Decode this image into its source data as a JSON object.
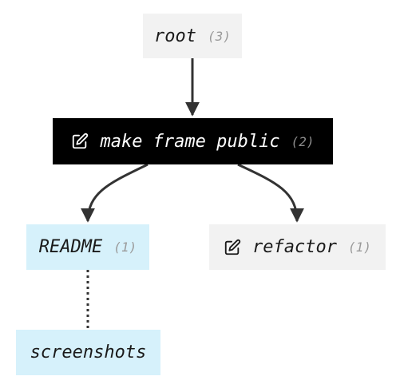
{
  "nodes": {
    "root": {
      "label": "root",
      "count": "(3)"
    },
    "make_public": {
      "label": "make frame public",
      "count": "(2)",
      "icon": "edit-icon"
    },
    "readme": {
      "label": "README",
      "count": "(1)"
    },
    "refactor": {
      "label": "refactor",
      "count": "(1)",
      "icon": "edit-icon"
    },
    "screenshots": {
      "label": "screenshots"
    }
  },
  "edges": [
    {
      "from": "root",
      "to": "make_public",
      "style": "solid-arrow"
    },
    {
      "from": "make_public",
      "to": "readme",
      "style": "solid-arrow"
    },
    {
      "from": "make_public",
      "to": "refactor",
      "style": "solid-arrow"
    },
    {
      "from": "readme",
      "to": "screenshots",
      "style": "dotted"
    }
  ],
  "colors": {
    "selected_node_bg": "#000000",
    "default_node_bg": "#f2f2f2",
    "highlight_node_bg": "#d6f1fb",
    "edge": "#333333",
    "count_text": "#9a9a9a"
  }
}
